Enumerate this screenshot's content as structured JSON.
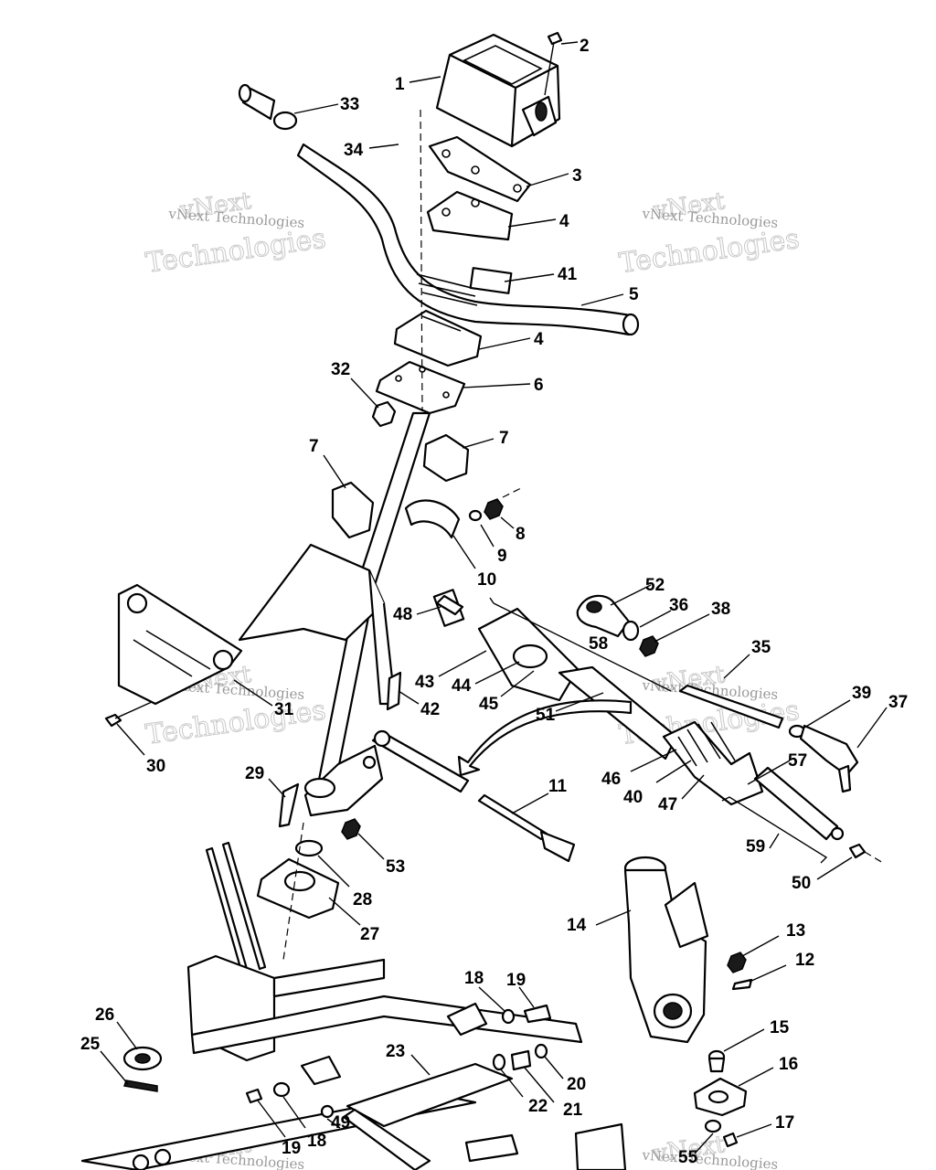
{
  "labels": [
    {
      "id": "1",
      "text": "1"
    },
    {
      "id": "2",
      "text": "2"
    },
    {
      "id": "3",
      "text": "3"
    },
    {
      "id": "4a",
      "text": "4"
    },
    {
      "id": "4b",
      "text": "4"
    },
    {
      "id": "5",
      "text": "5"
    },
    {
      "id": "6",
      "text": "6"
    },
    {
      "id": "7a",
      "text": "7"
    },
    {
      "id": "7b",
      "text": "7"
    },
    {
      "id": "8",
      "text": "8"
    },
    {
      "id": "9",
      "text": "9"
    },
    {
      "id": "10",
      "text": "10"
    },
    {
      "id": "11",
      "text": "11"
    },
    {
      "id": "12",
      "text": "12"
    },
    {
      "id": "13",
      "text": "13"
    },
    {
      "id": "14",
      "text": "14"
    },
    {
      "id": "15",
      "text": "15"
    },
    {
      "id": "16",
      "text": "16"
    },
    {
      "id": "17",
      "text": "17"
    },
    {
      "id": "18a",
      "text": "18"
    },
    {
      "id": "18b",
      "text": "18"
    },
    {
      "id": "19a",
      "text": "19"
    },
    {
      "id": "19b",
      "text": "19"
    },
    {
      "id": "20",
      "text": "20"
    },
    {
      "id": "21",
      "text": "21"
    },
    {
      "id": "22",
      "text": "22"
    },
    {
      "id": "23",
      "text": "23"
    },
    {
      "id": "25",
      "text": "25"
    },
    {
      "id": "26",
      "text": "26"
    },
    {
      "id": "27",
      "text": "27"
    },
    {
      "id": "28",
      "text": "28"
    },
    {
      "id": "29",
      "text": "29"
    },
    {
      "id": "30",
      "text": "30"
    },
    {
      "id": "31",
      "text": "31"
    },
    {
      "id": "32",
      "text": "32"
    },
    {
      "id": "33",
      "text": "33"
    },
    {
      "id": "34",
      "text": "34"
    },
    {
      "id": "35",
      "text": "35"
    },
    {
      "id": "36",
      "text": "36"
    },
    {
      "id": "37",
      "text": "37"
    },
    {
      "id": "38",
      "text": "38"
    },
    {
      "id": "39",
      "text": "39"
    },
    {
      "id": "40",
      "text": "40"
    },
    {
      "id": "41",
      "text": "41"
    },
    {
      "id": "42",
      "text": "42"
    },
    {
      "id": "43",
      "text": "43"
    },
    {
      "id": "44",
      "text": "44"
    },
    {
      "id": "45",
      "text": "45"
    },
    {
      "id": "46",
      "text": "46"
    },
    {
      "id": "47",
      "text": "47"
    },
    {
      "id": "48",
      "text": "48"
    },
    {
      "id": "49",
      "text": "49"
    },
    {
      "id": "50",
      "text": "50"
    },
    {
      "id": "51",
      "text": "51"
    },
    {
      "id": "52",
      "text": "52"
    },
    {
      "id": "53",
      "text": "53"
    },
    {
      "id": "55",
      "text": "55"
    },
    {
      "id": "57",
      "text": "57"
    },
    {
      "id": "58",
      "text": "58"
    },
    {
      "id": "59",
      "text": "59"
    }
  ],
  "watermarks": {
    "line1": "vNext Technologies",
    "line2": "vNext",
    "line3": "Technologies"
  }
}
